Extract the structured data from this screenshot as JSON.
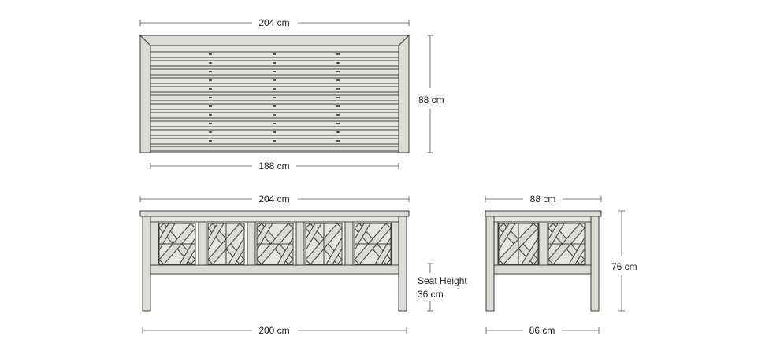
{
  "top_view": {
    "width_label": "204 cm",
    "depth_label": "88 cm",
    "inner_width_label": "188 cm"
  },
  "front_view": {
    "width_label": "204 cm",
    "base_width_label": "200 cm",
    "seat_height_label_1": "Seat Height",
    "seat_height_label_2": "36 cm"
  },
  "side_view": {
    "depth_label": "88 cm",
    "base_depth_label": "86 cm",
    "height_label": "76 cm"
  },
  "colors": {
    "wood_fill": "#dcdcd6",
    "outline": "#3c3c3c"
  }
}
